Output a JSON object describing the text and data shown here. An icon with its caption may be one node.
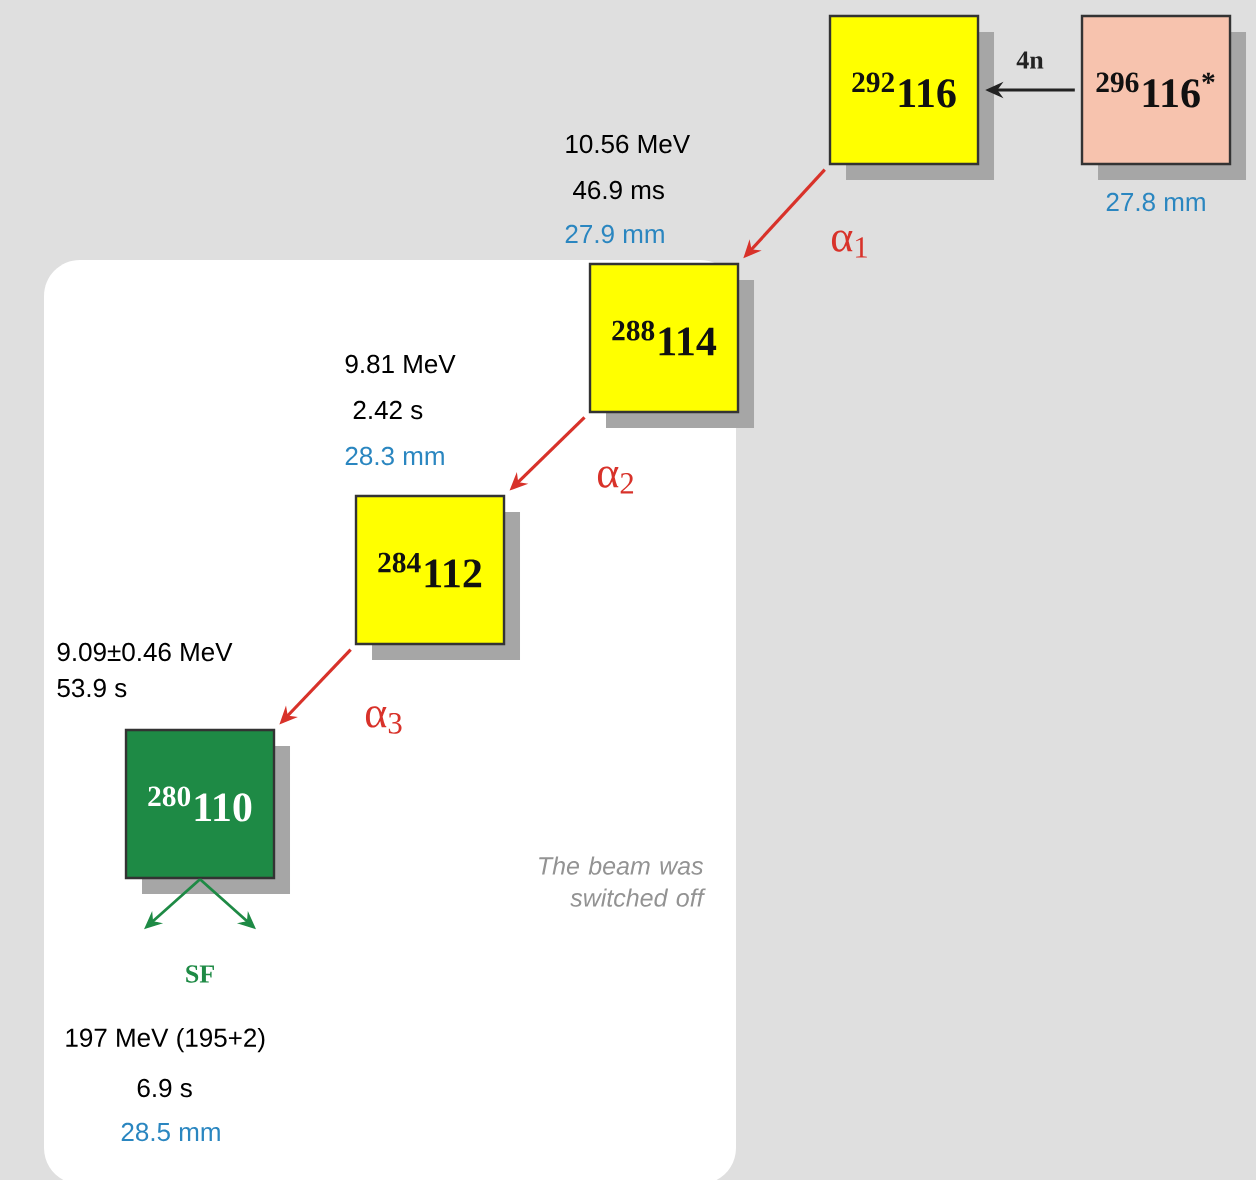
{
  "diagram": {
    "nodes": [
      {
        "text": [
          "The beam was switched off"
        ]
      },
      {
        "text": [
          "$^{292}$116"
        ]
      },
      {
        "text": [
          "$^{296}$116$^{*}$"
        ],
        "beside": [
          "27.8 mm"
        ]
      },
      {
        "text": [
          "$^{288}$114"
        ]
      },
      {
        "text": [
          "$^{284}$112"
        ],
        "in": 0
      },
      {
        "text": [
          "$^{280}$110"
        ],
        "in": 0
      }
    ],
    "edges": [
      {
        "from": 2,
        "to": 1,
        "arrow": "to",
        "label": "4n",
        "color": "#222222"
      },
      {
        "from": 1,
        "to": 3,
        "arrow": "to",
        "label": "α$_{1}$"
      },
      {
        "from": 3,
        "to": 4,
        "arrow": "to",
        "label": "α$_{2}$"
      },
      {
        "from": 4,
        "to": 5,
        "arrow": "to",
        "label": "α$_{3}$"
      },
      {
        "from": 5,
        "to": null,
        "arrow": "to",
        "color": "#1e8a45"
      },
      {
        "from": 5,
        "to": null,
        "arrow": "to",
        "color": "#1e8a45"
      }
    ],
    "labels": [
      "10.56 MeV",
      "46.9 ms",
      "27.9 mm",
      "9.81 MeV",
      "2.42 s",
      "28.3 mm",
      "9.09±0.46 MeV",
      "53.9 s",
      "SF",
      "197 MeV (195+2)",
      "6.9 s",
      "28.5 mm"
    ]
  }
}
